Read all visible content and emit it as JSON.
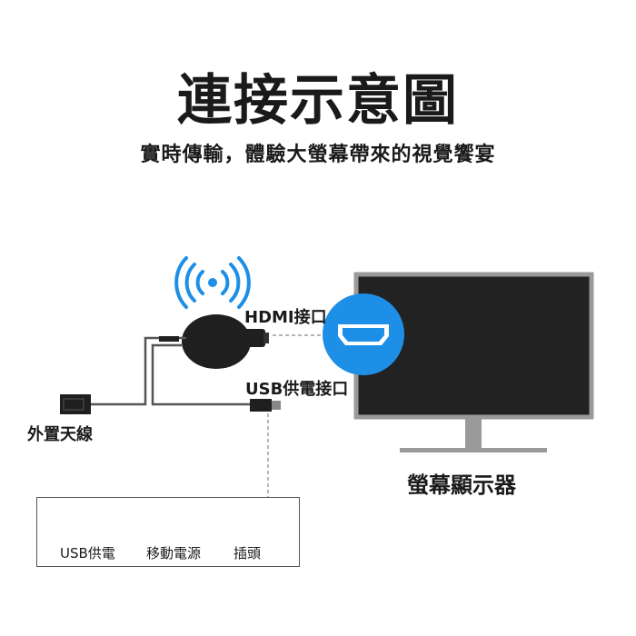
{
  "title": "連接示意圖",
  "subtitle": "實時傳輸，體驗大螢幕帶來的視覺饗宴",
  "labels": {
    "hdmi_port": "HDMI接口",
    "usb_port": "USB供電接口",
    "antenna": "外置天線",
    "monitor": "螢幕顯示器"
  },
  "power_options": {
    "usb": "USB供電",
    "powerbank": "移動電源",
    "plug": "插頭"
  },
  "colors": {
    "accent": "#1e8fe6",
    "dark": "#1f1f1f",
    "screen": "#222222",
    "bezel": "#9a9a9a",
    "cable": "#555555"
  },
  "icons": {
    "wifi": "wifi-signal-icon",
    "hdmi": "hdmi-port-icon",
    "usb": "usb-port-icon",
    "powerbank": "power-bank-icon",
    "plug": "power-plug-icon"
  }
}
